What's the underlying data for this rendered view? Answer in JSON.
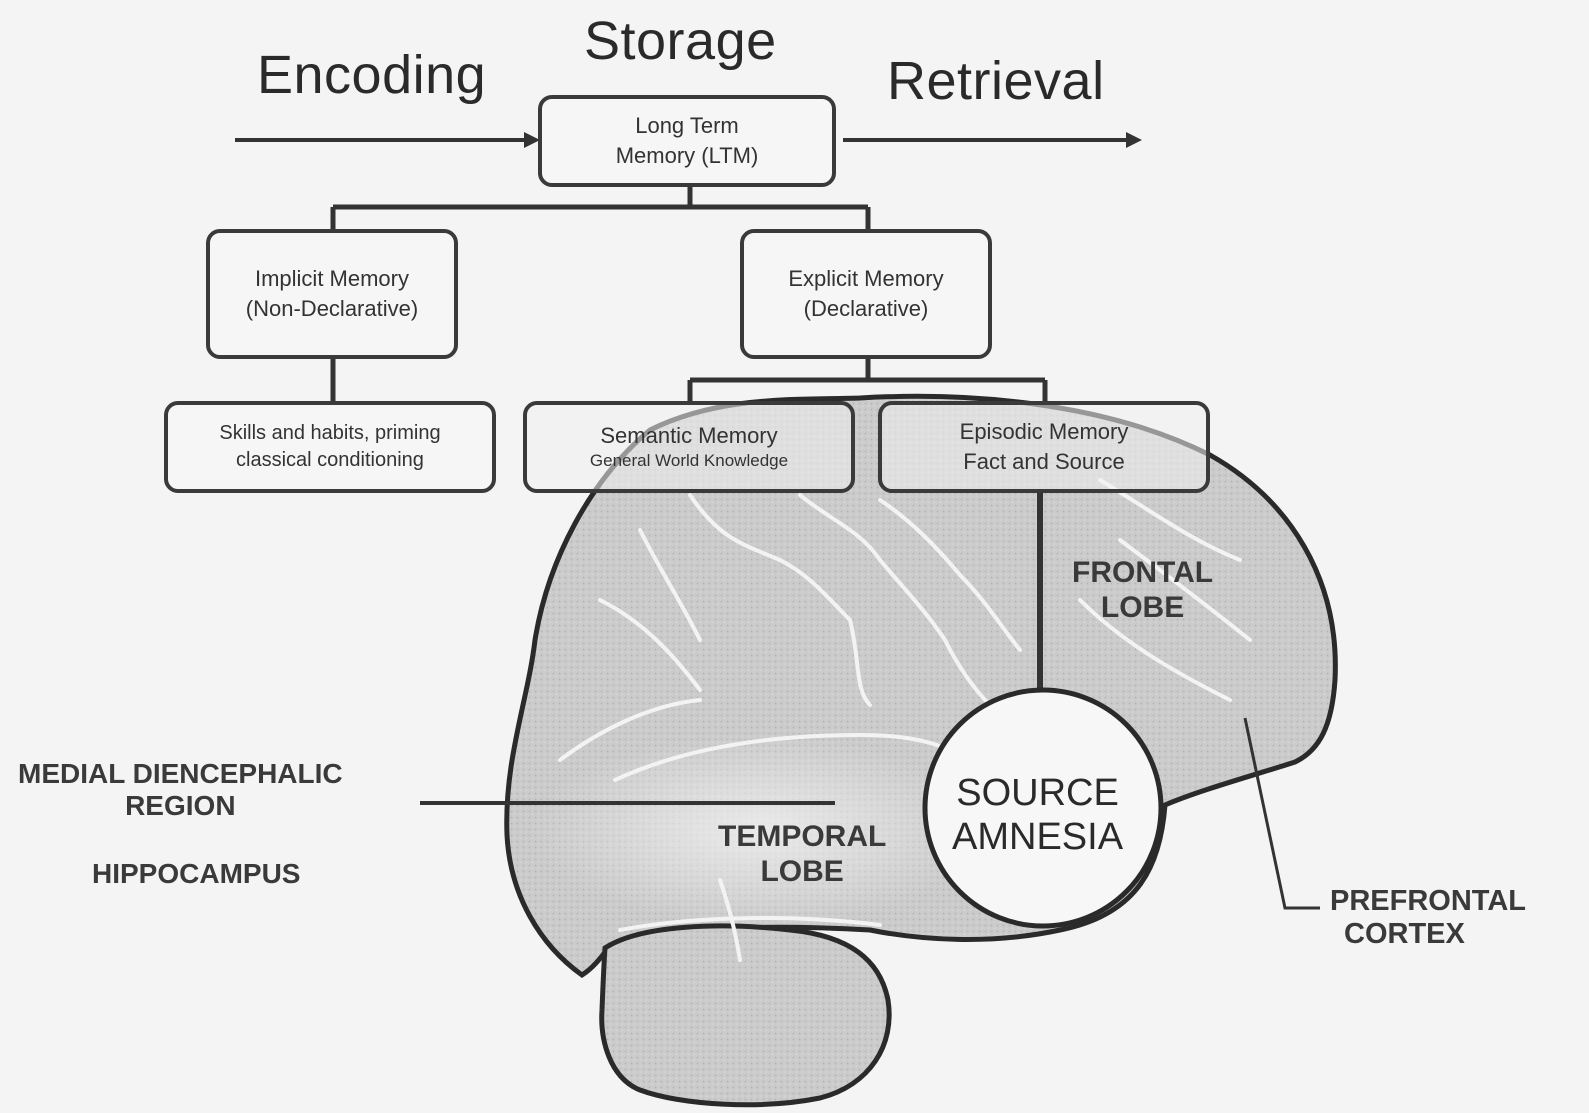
{
  "stages": {
    "encoding": "Encoding",
    "storage": "Storage",
    "retrieval": "Retrieval"
  },
  "boxes": {
    "ltm": {
      "line1": "Long Term",
      "line2": "Memory (LTM)"
    },
    "implicit": {
      "line1": "Implicit Memory",
      "line2": "(Non-Declarative)"
    },
    "explicit": {
      "line1": "Explicit Memory",
      "line2": "(Declarative)"
    },
    "skills": {
      "line1": "Skills and habits, priming",
      "line2": "classical conditioning"
    },
    "semantic": {
      "line1": "Semantic Memory",
      "line2": "General World Knowledge"
    },
    "episodic": {
      "line1": "Episodic Memory",
      "line2": "Fact and Source"
    }
  },
  "brain_labels": {
    "frontal_lobe": {
      "line1": "FRONTAL",
      "line2": "LOBE"
    },
    "temporal_lobe": {
      "line1": "TEMPORAL",
      "line2": "LOBE"
    },
    "source_amnesia": {
      "line1": "SOURCE",
      "line2": "AMNESIA"
    },
    "medial_diencephalic": {
      "line1": "MEDIAL DIENCEPHALIC",
      "line2": "REGION"
    },
    "hippocampus": "HIPPOCAMPUS",
    "prefrontal_cortex": {
      "line1": "PREFRONTAL",
      "line2": "CORTEX"
    }
  },
  "colors": {
    "background": "#f4f4f4",
    "line": "#333333",
    "brain_fill": "#c9c9c9",
    "brain_outline": "#2a2a2a",
    "sulci": "#f2f2f2"
  }
}
